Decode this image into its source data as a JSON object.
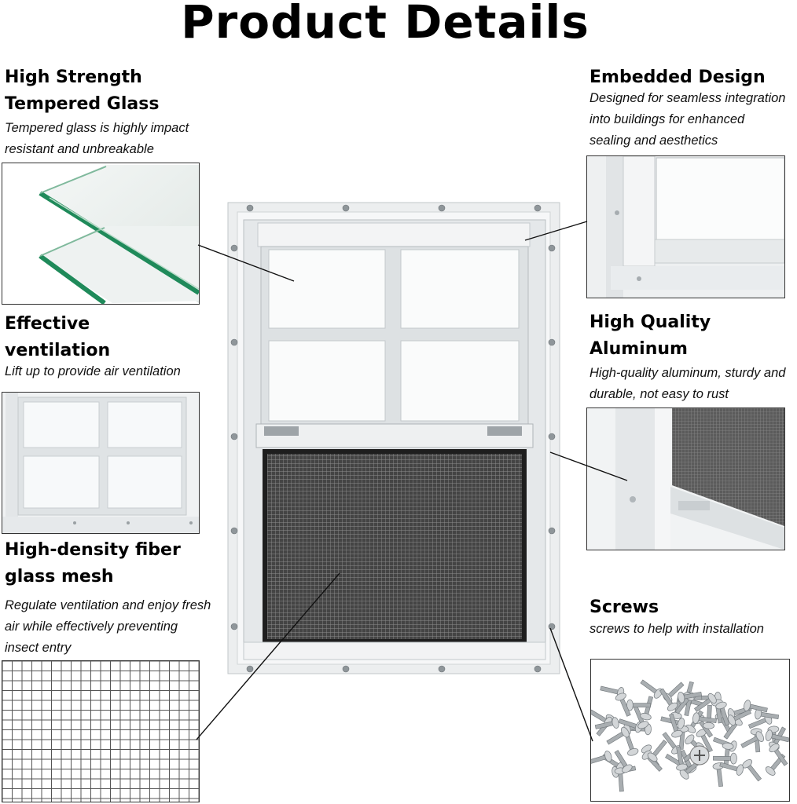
{
  "page_title": "Product Details",
  "features": {
    "glass": {
      "heading_line1": "High Strength",
      "heading_line2": "Tempered Glass",
      "desc_line1": "Tempered glass is highly impact",
      "desc_line2": "resistant and unbreakable"
    },
    "ventilation": {
      "heading_line1": "Effective",
      "heading_line2": "ventilation",
      "desc_line1": "Lift up to provide air ventilation"
    },
    "mesh": {
      "heading_line1": "High-density fiber",
      "heading_line2": "glass mesh",
      "desc_line1": "Regulate ventilation and enjoy fresh",
      "desc_line2": "air while effectively preventing",
      "desc_line3": "insect entry"
    },
    "embedded": {
      "heading_line1": "Embedded Design",
      "desc_line1": "Designed for seamless integration",
      "desc_line2": "into buildings for enhanced",
      "desc_line3": "sealing and aesthetics"
    },
    "aluminum": {
      "heading_line1": "High Quality",
      "heading_line2": "Aluminum",
      "desc_line1": "High-quality aluminum, sturdy and",
      "desc_line2": "durable, not easy to rust"
    },
    "screws": {
      "heading_line1": "Screws",
      "desc_line1": "screws to help with installation"
    }
  },
  "colors": {
    "glass_edge": "#1f8a5a",
    "frame": "#e9ebec",
    "mesh": "#3a3a3a"
  }
}
